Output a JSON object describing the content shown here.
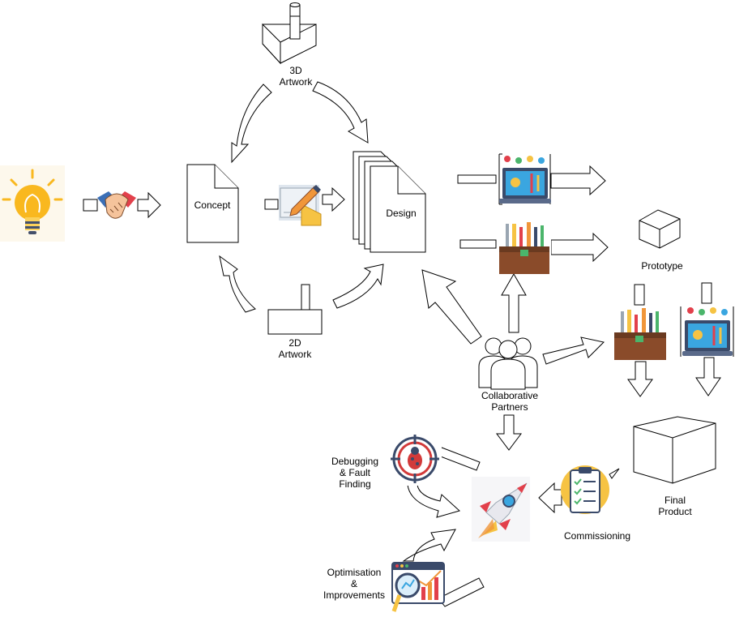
{
  "labels": {
    "artwork_3d": [
      "3D",
      "Artwork"
    ],
    "concept": "Concept",
    "design": "Design",
    "artwork_2d": [
      "2D",
      "Artwork"
    ],
    "prototype": "Prototype",
    "collaborative_partners": [
      "Collaborative",
      "Partners"
    ],
    "final_product": [
      "Final",
      "Product"
    ],
    "commissioning": "Commissioning",
    "debugging": [
      "Debugging",
      "& Fault",
      "Finding"
    ],
    "optimisation": [
      "Optimisation",
      "&",
      "Improvements"
    ]
  },
  "icons": {
    "idea": "lightbulb-icon",
    "handshake": "handshake-icon",
    "drafting": "drafting-tools-icon",
    "laptop": "laptop-dashboard-icon",
    "toolbox": "toolbox-icon",
    "partners": "people-group-icon",
    "bug": "bug-target-icon",
    "rocket": "rocket-icon",
    "checklist": "clipboard-checklist-icon",
    "analytics": "analytics-magnifier-icon"
  },
  "colors": {
    "bulb": "#f9b81f",
    "laptop_screen": "#3aa6e0",
    "toolbox": "#8a4b2a",
    "rocket_body": "#e8e8ee",
    "rocket_red": "#e2404b",
    "bug_red": "#d23a3a",
    "check_yellow": "#f6c343"
  }
}
